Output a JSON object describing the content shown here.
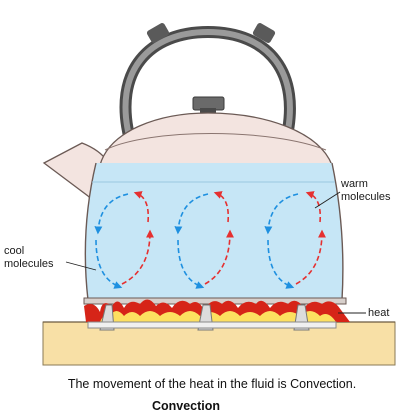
{
  "labels": {
    "warm": [
      "warm",
      "molecules"
    ],
    "cool": [
      "cool",
      "molecules"
    ],
    "heat": "heat"
  },
  "caption": "The movement of the heat in the fluid is Convection.",
  "caption_title": "Convection",
  "colors": {
    "water": "#c6e6f6",
    "kettle_top": "#f3e4e0",
    "kettle_outline": "#6b5a55",
    "handle": "#6a6a6a",
    "warm_arrow": "#e53030",
    "cool_arrow": "#1e90e0",
    "flame_outer": "#d62418",
    "flame_inner": "#fde060",
    "stove": "#f8e0a6"
  },
  "convection_cells": 3
}
